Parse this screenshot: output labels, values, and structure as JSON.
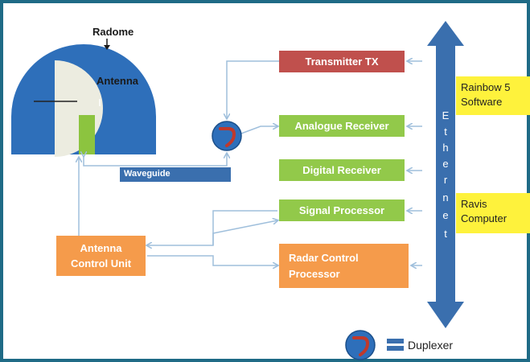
{
  "labels": {
    "radome": "Radome",
    "antenna": "Antenna",
    "waveguide": "Waveguide",
    "ethernet": [
      "E",
      "t",
      "h",
      "e",
      "r",
      "n",
      "e",
      "t"
    ],
    "duplexer": "Duplexer"
  },
  "boxes": {
    "transmitter": "Transmitter TX",
    "analogue_receiver": "Analogue Receiver",
    "digital_receiver": "Digital Receiver",
    "signal_processor": "Signal Processor",
    "radar_control_line1": "Radar Control",
    "radar_control_line2": "Processor",
    "acu_line1": "Antenna",
    "acu_line2": "Control Unit"
  },
  "side_panels": {
    "rainbow_line1": "Rainbow 5",
    "rainbow_line2": "Software",
    "ravis_line1": "Ravis",
    "ravis_line2": "Computer"
  },
  "colors": {
    "frame": "#1f6b86",
    "dome": "#2e6fba",
    "dish": "#ecece0",
    "feed": "#8cc43f",
    "transmitter": "#c0504d",
    "receiver": "#92c94a",
    "control": "#f59b4b",
    "ethernet": "#3a6fae",
    "connector": "#9fbfdc",
    "panel": "#fef23c"
  }
}
